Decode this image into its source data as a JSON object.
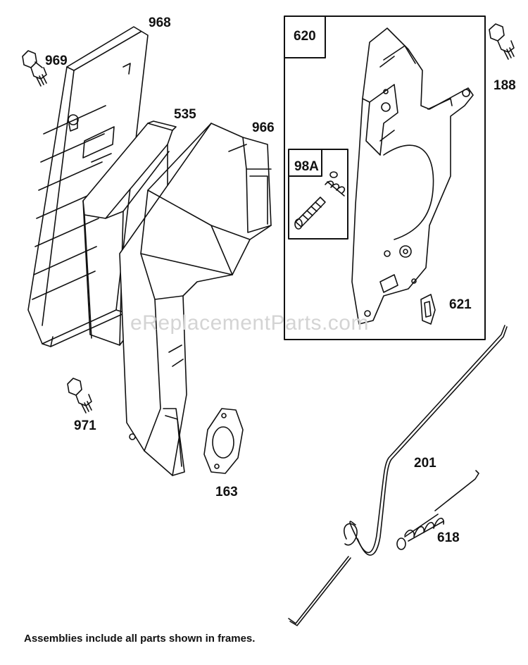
{
  "watermark": "eReplacementParts.com",
  "footnote": "Assemblies include all parts shown in frames.",
  "frames": [
    {
      "id": "frame-620",
      "title": "620"
    },
    {
      "id": "frame-98a",
      "title": "98A"
    }
  ],
  "parts": [
    {
      "id": "968",
      "label": "968"
    },
    {
      "id": "969",
      "label": "969"
    },
    {
      "id": "535",
      "label": "535"
    },
    {
      "id": "966",
      "label": "966"
    },
    {
      "id": "971",
      "label": "971"
    },
    {
      "id": "163",
      "label": "163"
    },
    {
      "id": "188",
      "label": "188"
    },
    {
      "id": "621",
      "label": "621"
    },
    {
      "id": "201",
      "label": "201"
    },
    {
      "id": "618",
      "label": "618"
    }
  ]
}
